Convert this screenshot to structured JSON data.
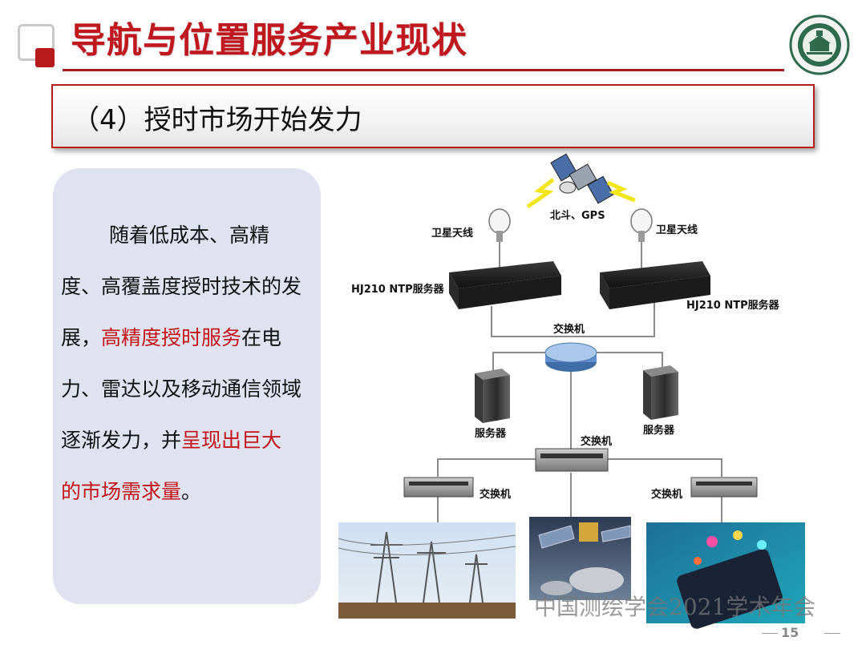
{
  "header": {
    "title": "导航与位置服务产业现状"
  },
  "section": {
    "heading": "（4）授时市场开始发力"
  },
  "paragraph": {
    "part1": "随着低成本、高精度、高覆盖度授时技术的发展，",
    "highlight1": "高精度授时服务",
    "part2": "在电力、雷达以及移动通信领域逐渐发力，并",
    "highlight2": "呈现出巨大的市场需求量",
    "part3": "。"
  },
  "diagram": {
    "satellite_label": "北斗、GPS",
    "antenna_left": "卫星天线",
    "antenna_right": "卫星天线",
    "ntp_left": "HJ210 NTP服务器",
    "ntp_right": "HJ210 NTP服务器",
    "switch_top": "交换机",
    "server_left": "服务器",
    "server_right": "服务器",
    "switch_mid": "交换机",
    "switch_left": "交换机",
    "switch_right": "交换机"
  },
  "footer": {
    "watermark": "中国测绘学会2021学术年会",
    "page_number": "15"
  },
  "colors": {
    "accent_red": "#c0181f",
    "panel_bg": "#dfe3ef",
    "highlight_red": "#c4141a"
  }
}
